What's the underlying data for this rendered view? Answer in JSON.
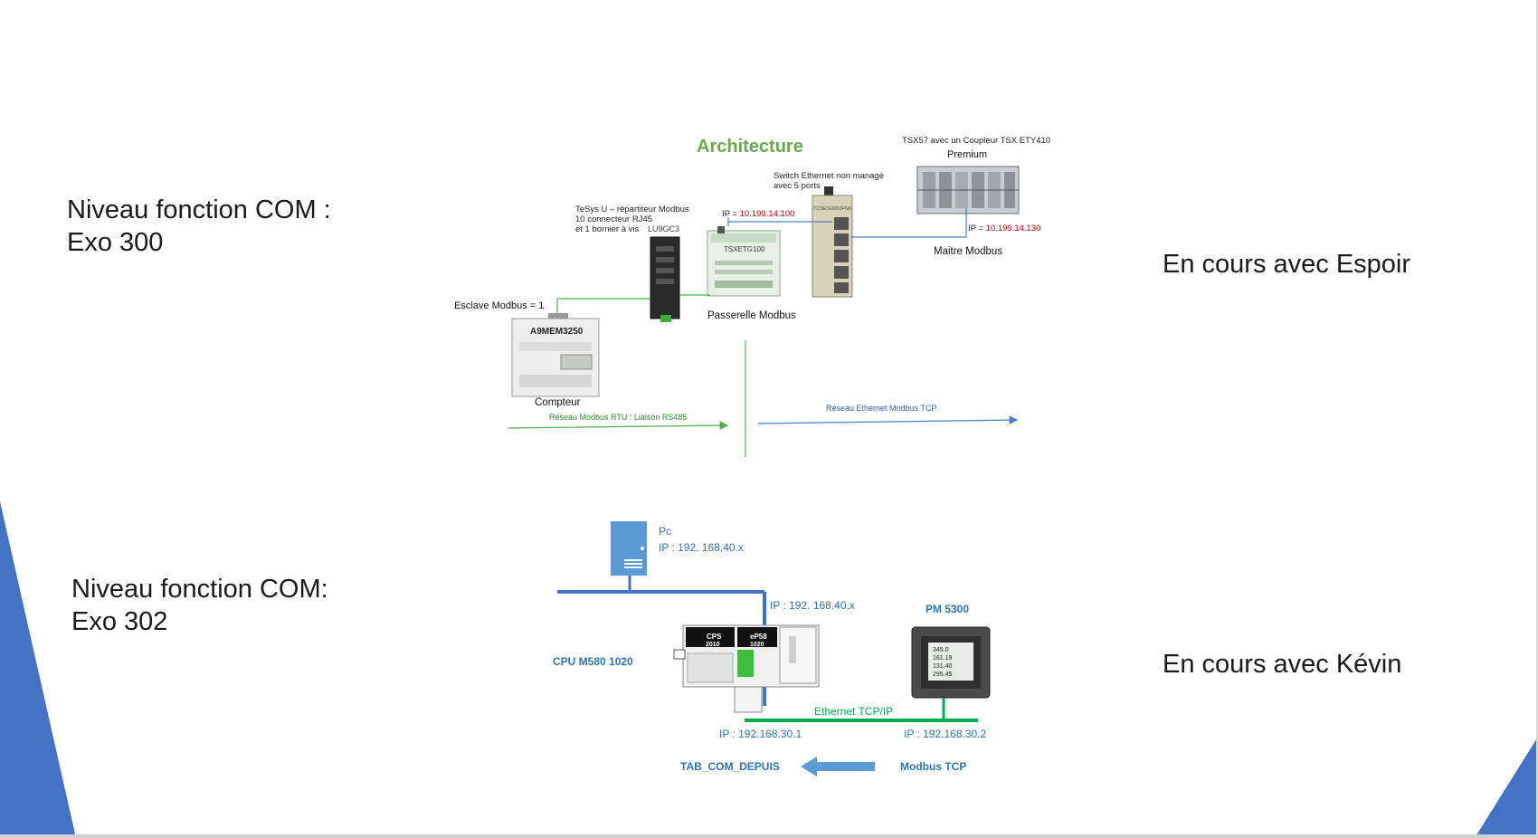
{
  "slide": {
    "left": {
      "exo300_line1": "Niveau fonction COM :",
      "exo300_line2": "Exo 300",
      "exo302_line1": "Niveau fonction COM:",
      "exo302_line2": "Exo 302"
    },
    "right": {
      "status_exo300": "En cours avec Espoir",
      "status_exo302": "En cours avec Kévin"
    }
  },
  "diagram1": {
    "title": "Architecture",
    "premium_caption": "TSX57 avec un Coupleur TSX ETY410",
    "premium_label": "Premium",
    "master_ip_prefix": "IP = ",
    "master_ip": "10.199.14.130",
    "master_label": "Maitre Modbus",
    "switch_caption_1": "Switch Ethernet non managé",
    "switch_caption_2": "avec 5 ports",
    "switch_ref": "TCSESU053FN0",
    "gateway_ip_prefix": "IP = ",
    "gateway_ip": "10.199.14.100",
    "gateway_ref": "TSXETG100",
    "gateway_label": "Passerelle Modbus",
    "tesys_caption_1": "TeSys U – répartiteur Modbus",
    "tesys_caption_2": "10 connecteur RJ45",
    "tesys_caption_3": "et 1 bornier à vis",
    "tesys_ref": "LU9GC3",
    "slave_label": "Esclave Modbus = 1",
    "meter_ref": "A9MEM3250",
    "meter_label": "Compteur",
    "rtu_network": "Réseau Modbus RTU : Liaison RS485",
    "tcp_network": "Réseau Ethernet Modbus TCP",
    "colors": {
      "title": "#6aa84f",
      "ip": "#cc0000",
      "rtu": "#4caf50",
      "tcp": "#4a7fc8"
    }
  },
  "diagram2": {
    "pc_label": "Pc",
    "pc_ip": "IP : 192. 168.40.x",
    "cpu_ip_top": "IP : 192. 168.40.x",
    "pm_label": "PM 5300",
    "cpu_label": "CPU M580 1020",
    "cps_label_1": "CPS",
    "cps_label_2": "2010",
    "ep_label_1": "eP58",
    "ep_label_2": "1020",
    "ethernet_label": "Ethernet TCP/IP",
    "ip_cpu": "IP : 192.168.30.1",
    "ip_pm": "IP : 192.168.30.2",
    "tab_label": "TAB_COM_DEPUIS",
    "modbus_label": "Modbus TCP",
    "meter_screen": [
      "345.0",
      "161.19",
      "131.40",
      "295.45"
    ],
    "colors": {
      "blue": "#4472c4",
      "text_blue": "#2e74b5",
      "green": "#00b050"
    }
  }
}
